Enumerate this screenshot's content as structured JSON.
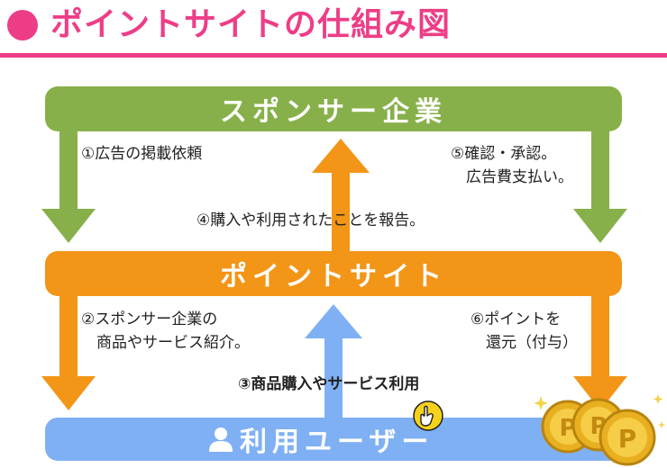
{
  "title": {
    "text": "ポイントサイトの仕組み図"
  },
  "nodes": {
    "sponsor": "スポンサー企業",
    "site": "ポイントサイト",
    "user": "利用ユーザー"
  },
  "steps": {
    "s1": [
      "①広告の掲載依頼"
    ],
    "s2": [
      "②スポンサー企業の",
      "　商品やサービス紹介。"
    ],
    "s3": [
      "③商品購入やサービス利用"
    ],
    "s4": [
      "④購入や利用されたことを報告。"
    ],
    "s5": [
      "⑤確認・承認。",
      "　広告費支払い。"
    ],
    "s6": [
      "⑥ポイントを",
      "　還元（付与）"
    ]
  },
  "colors": {
    "accent_pink": "#ee3d87",
    "sponsor_green": "#87b04a",
    "site_orange": "#f39517",
    "user_blue": "#7fb0f4",
    "coin_gold": "#e8b020"
  },
  "icons": {
    "user": "person-icon",
    "hand": "pointing-hand-icon",
    "coins": "point-coins-icon"
  }
}
